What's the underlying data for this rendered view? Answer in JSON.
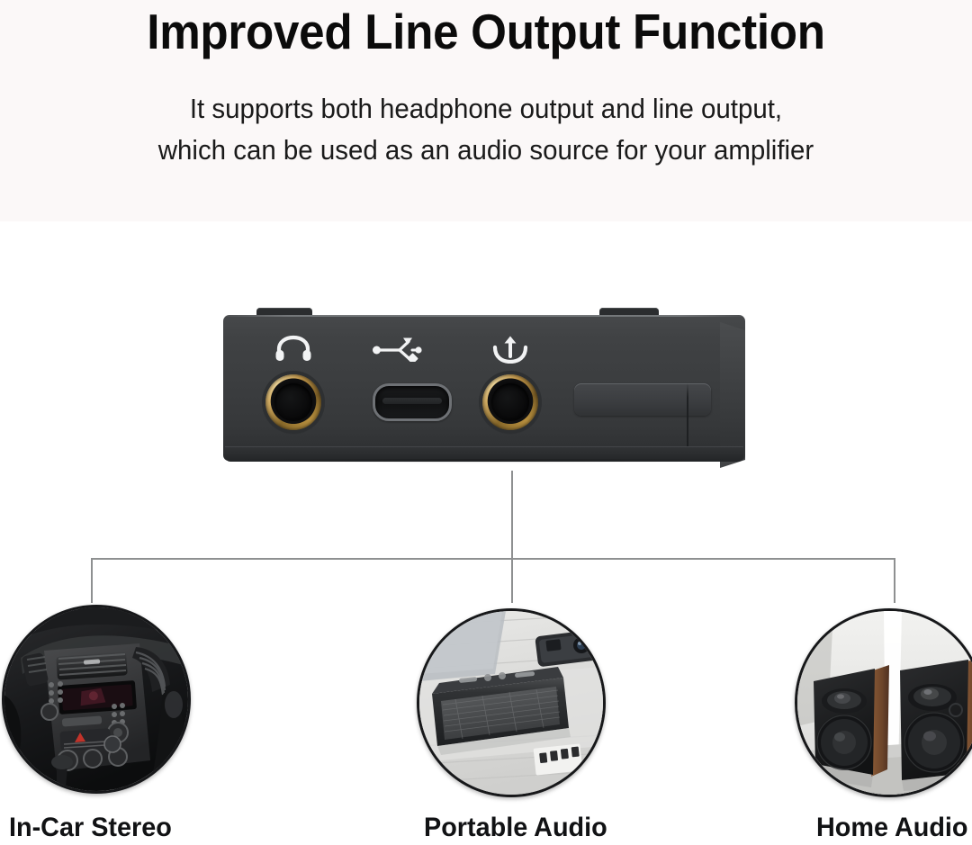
{
  "header": {
    "title": "Improved Line Output Function",
    "subtitle_line1": "It supports both headphone output and line output,",
    "subtitle_line2": "which can be used as an audio source for your amplifier",
    "band_color": "#fbf8f8"
  },
  "device": {
    "name": "portable-headphone-amp-dac",
    "body_color": "#3b3d3f",
    "accent_gold": "#c79b4d",
    "ports": [
      {
        "id": "headphone-out",
        "icon": "headphone-icon",
        "jack_type": "3.5mm-jack",
        "ring_color": "#c79b4d"
      },
      {
        "id": "usb-c",
        "icon": "usb-icon",
        "jack_type": "usb-c-port",
        "ring_color": "#6e7175"
      },
      {
        "id": "line-out",
        "icon": "line-out-arrow-icon",
        "jack_type": "3.5mm-jack",
        "ring_color": "#c79b4d"
      }
    ]
  },
  "connector": {
    "line_color": "#8e9091"
  },
  "use_cases": [
    {
      "id": "in-car-stereo",
      "label": "In-Car Stereo",
      "image": "car-dashboard-stereo-photo"
    },
    {
      "id": "portable-audio",
      "label": "Portable Audio",
      "image": "bluetooth-speaker-photo"
    },
    {
      "id": "home-audio",
      "label": "Home Audio",
      "image": "bookshelf-speakers-photo"
    }
  ]
}
